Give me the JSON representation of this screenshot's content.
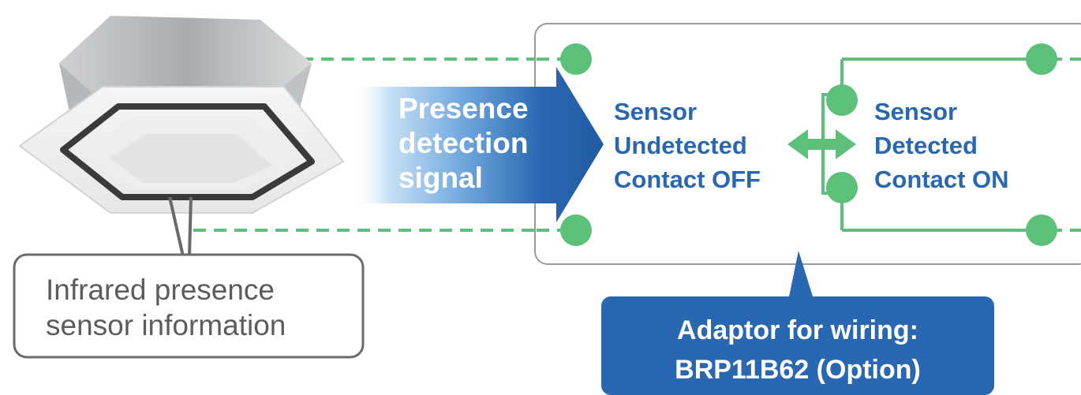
{
  "sensor_unit": {
    "icon": "ceiling-cassette-unit-icon",
    "label_lines": [
      "Infrared presence",
      "sensor information"
    ]
  },
  "signal_arrow": {
    "icon": "signal-arrow-icon",
    "lines": [
      "Presence",
      "detection",
      "signal"
    ]
  },
  "states": {
    "undetected_lines": [
      "Sensor",
      "Undetected",
      "Contact OFF"
    ],
    "detected_lines": [
      "Sensor",
      "Detected",
      "Contact ON"
    ],
    "toggle_icon": "double-arrow-icon"
  },
  "adaptor": {
    "lines": [
      "Adaptor for wiring:",
      "BRP11B62 (Option)"
    ]
  },
  "colors": {
    "blue": "#2a67b1",
    "green": "#5cbf7a",
    "gray": "#5c5c5c"
  }
}
